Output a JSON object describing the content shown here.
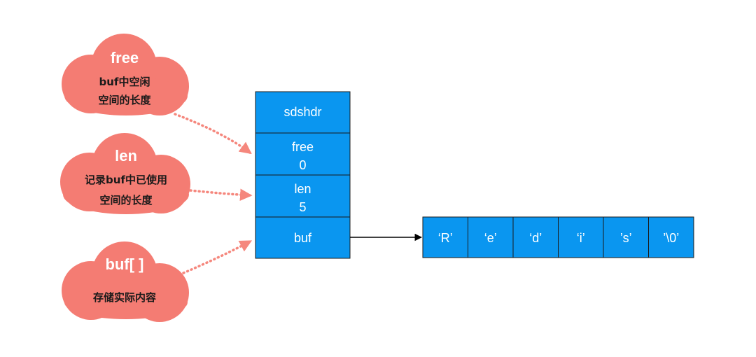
{
  "colors": {
    "cloud": "#f47c73",
    "cell": "#0a96f0",
    "cloud_title": "#ffffff",
    "cloud_text": "#1a1a1a",
    "arrow_dotted": "#f5877d"
  },
  "clouds": [
    {
      "title": "free",
      "lines": [
        "buf中空闲",
        "空间的长度"
      ]
    },
    {
      "title": "len",
      "lines": [
        "记录buf中已使用",
        "空间的长度"
      ]
    },
    {
      "title": "buf[ ]",
      "lines": [
        "存储实际内容"
      ]
    }
  ],
  "sdshdr": {
    "header": "sdshdr",
    "fields": [
      {
        "name": "free",
        "value": "0"
      },
      {
        "name": "len",
        "value": "5"
      },
      {
        "name": "buf",
        "value": ""
      }
    ]
  },
  "buffer": [
    "‘R’",
    "‘e’",
    "‘d’",
    "‘i’",
    "’s’",
    "’\\0’"
  ]
}
